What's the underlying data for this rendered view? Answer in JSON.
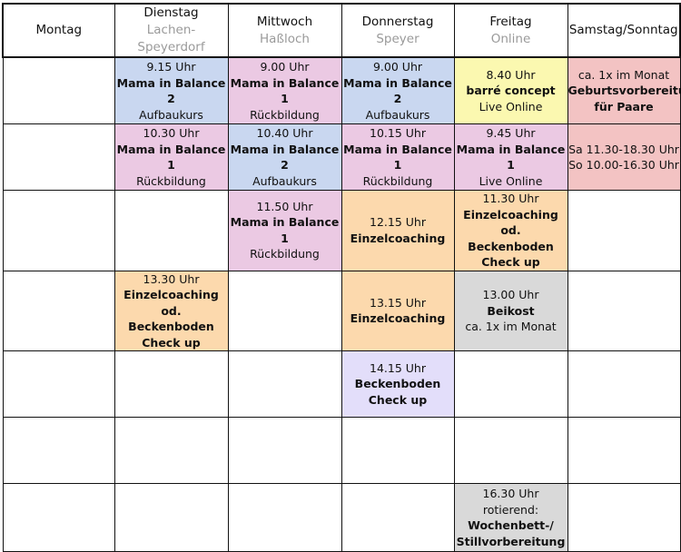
{
  "days": [
    {
      "name": "Montag",
      "location": ""
    },
    {
      "name": "Dienstag",
      "location": "Lachen-Speyerdorf"
    },
    {
      "name": "Mittwoch",
      "location": "Haßloch"
    },
    {
      "name": "Donnerstag",
      "location": "Speyer"
    },
    {
      "name": "Freitag",
      "location": "Online"
    },
    {
      "name": "Samstag/Sonntag",
      "location": ""
    }
  ],
  "colors": {
    "blue": "#c9d7f0",
    "pink": "#ebc9e3",
    "yellow": "#fbf8b0",
    "red": "#f3c3c3",
    "orange": "#fcd9ad",
    "gray": "#d9d9d9",
    "lavender": "#e3defa"
  },
  "rows": [
    [
      {
        "color": "white",
        "lines": []
      },
      {
        "color": "blue",
        "lines": [
          {
            "t": "9.15  Uhr",
            "b": false
          },
          {
            "t": "Mama in Balance 2",
            "b": true
          },
          {
            "t": "Aufbaukurs",
            "b": false
          }
        ]
      },
      {
        "color": "pink",
        "lines": [
          {
            "t": "9.00 Uhr",
            "b": false
          },
          {
            "t": "Mama in Balance 1",
            "b": true
          },
          {
            "t": "Rückbildung",
            "b": false
          }
        ]
      },
      {
        "color": "blue",
        "lines": [
          {
            "t": "9.00 Uhr",
            "b": false
          },
          {
            "t": "Mama in Balance 2",
            "b": true
          },
          {
            "t": "Aufbaukurs",
            "b": false
          }
        ]
      },
      {
        "color": "yellow",
        "lines": [
          {
            "t": "8.40 Uhr",
            "b": false
          },
          {
            "t": "barré concept",
            "b": true
          },
          {
            "t": "Live Online",
            "b": false
          }
        ]
      },
      {
        "color": "red",
        "lines": [
          {
            "t": "ca. 1x im Monat",
            "b": false
          },
          {
            "t": "Geburtsvorbereitung",
            "b": true
          },
          {
            "t": "für Paare",
            "b": true
          }
        ]
      }
    ],
    [
      {
        "color": "white",
        "lines": []
      },
      {
        "color": "pink",
        "lines": [
          {
            "t": "10.30 Uhr",
            "b": false
          },
          {
            "t": "Mama in Balance 1",
            "b": true
          },
          {
            "t": "Rückbildung",
            "b": false
          }
        ]
      },
      {
        "color": "blue",
        "lines": [
          {
            "t": "10.40 Uhr",
            "b": false
          },
          {
            "t": "Mama in Balance 2",
            "b": true
          },
          {
            "t": "Aufbaukurs",
            "b": false
          }
        ]
      },
      {
        "color": "pink",
        "lines": [
          {
            "t": "10.15 Uhr",
            "b": false
          },
          {
            "t": "Mama in Balance 1",
            "b": true
          },
          {
            "t": "Rückbildung",
            "b": false
          }
        ]
      },
      {
        "color": "pink",
        "lines": [
          {
            "t": "9.45 Uhr",
            "b": false
          },
          {
            "t": "Mama in Balance 1",
            "b": true
          },
          {
            "t": "Live Online",
            "b": false
          }
        ]
      },
      {
        "color": "red",
        "lines": [
          {
            "t": "Sa 11.30-18.30 Uhr",
            "b": false
          },
          {
            "t": "So 10.00-16.30 Uhr",
            "b": false
          }
        ]
      }
    ],
    [
      {
        "color": "white",
        "lines": []
      },
      {
        "color": "white",
        "lines": []
      },
      {
        "color": "pink",
        "lines": [
          {
            "t": "11.50 Uhr",
            "b": false
          },
          {
            "t": "Mama in Balance 1",
            "b": true
          },
          {
            "t": "Rückbildung",
            "b": false
          }
        ]
      },
      {
        "color": "orange",
        "lines": [
          {
            "t": "12.15 Uhr",
            "b": false
          },
          {
            "t": "Einzelcoaching",
            "b": true
          }
        ]
      },
      {
        "color": "orange",
        "lines": [
          {
            "t": "11.30 Uhr",
            "b": false
          },
          {
            "t": "Einzelcoaching od.",
            "b": true
          },
          {
            "t": "Beckenboden",
            "b": true
          },
          {
            "t": "Check up",
            "b": true
          }
        ]
      },
      {
        "color": "white",
        "lines": []
      }
    ],
    [
      {
        "color": "white",
        "lines": []
      },
      {
        "color": "orange",
        "lines": [
          {
            "t": "13.30 Uhr",
            "b": false
          },
          {
            "t": "Einzelcoaching od.",
            "b": true
          },
          {
            "t": "Beckenboden",
            "b": true
          },
          {
            "t": "Check up",
            "b": true
          }
        ]
      },
      {
        "color": "white",
        "lines": []
      },
      {
        "color": "orange",
        "lines": [
          {
            "t": "13.15 Uhr",
            "b": false
          },
          {
            "t": "Einzelcoaching",
            "b": true
          }
        ]
      },
      {
        "color": "gray",
        "lines": [
          {
            "t": "13.00 Uhr",
            "b": false
          },
          {
            "t": "Beikost",
            "b": true
          },
          {
            "t": "ca. 1x im Monat",
            "b": false
          }
        ]
      },
      {
        "color": "white",
        "lines": []
      }
    ],
    [
      {
        "color": "white",
        "lines": []
      },
      {
        "color": "white",
        "lines": []
      },
      {
        "color": "white",
        "lines": []
      },
      {
        "color": "lavender",
        "lines": [
          {
            "t": "14.15 Uhr",
            "b": false
          },
          {
            "t": "Beckenboden",
            "b": true
          },
          {
            "t": "Check up",
            "b": true
          }
        ]
      },
      {
        "color": "white",
        "lines": []
      },
      {
        "color": "white",
        "lines": []
      }
    ],
    [
      {
        "color": "white",
        "lines": []
      },
      {
        "color": "white",
        "lines": []
      },
      {
        "color": "white",
        "lines": []
      },
      {
        "color": "white",
        "lines": []
      },
      {
        "color": "white",
        "lines": []
      },
      {
        "color": "white",
        "lines": []
      }
    ],
    [
      {
        "color": "white",
        "lines": []
      },
      {
        "color": "white",
        "lines": []
      },
      {
        "color": "white",
        "lines": []
      },
      {
        "color": "white",
        "lines": []
      },
      {
        "color": "gray",
        "lines": [
          {
            "t": "16.30 Uhr",
            "b": false
          },
          {
            "t": "rotierend:",
            "b": false
          },
          {
            "t": "Wochenbett-/",
            "b": true
          },
          {
            "t": "Stillvorbereitung",
            "b": true
          }
        ]
      },
      {
        "color": "white",
        "lines": []
      }
    ]
  ]
}
